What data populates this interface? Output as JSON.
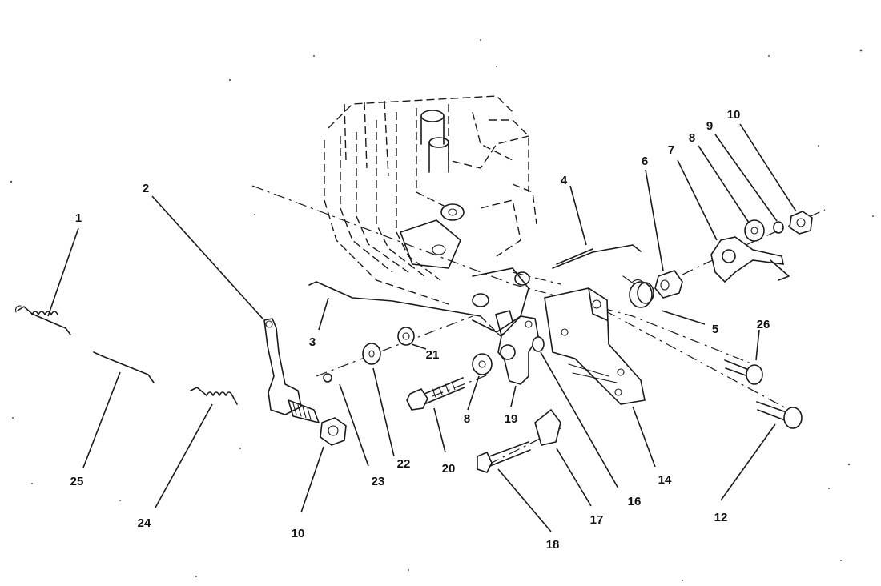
{
  "callouts": {
    "c1": "1",
    "c2": "2",
    "c3": "3",
    "c4": "4",
    "c5": "5",
    "c6": "6",
    "c7": "7",
    "c8a": "8",
    "c8b": "8",
    "c9": "9",
    "c10a": "10",
    "c10b": "10",
    "c12": "12",
    "c14": "14",
    "c16": "16",
    "c17": "17",
    "c18": "18",
    "c19": "19",
    "c20": "20",
    "c21": "21",
    "c22": "22",
    "c23": "23",
    "c24": "24",
    "c25": "25",
    "c26": "26"
  }
}
